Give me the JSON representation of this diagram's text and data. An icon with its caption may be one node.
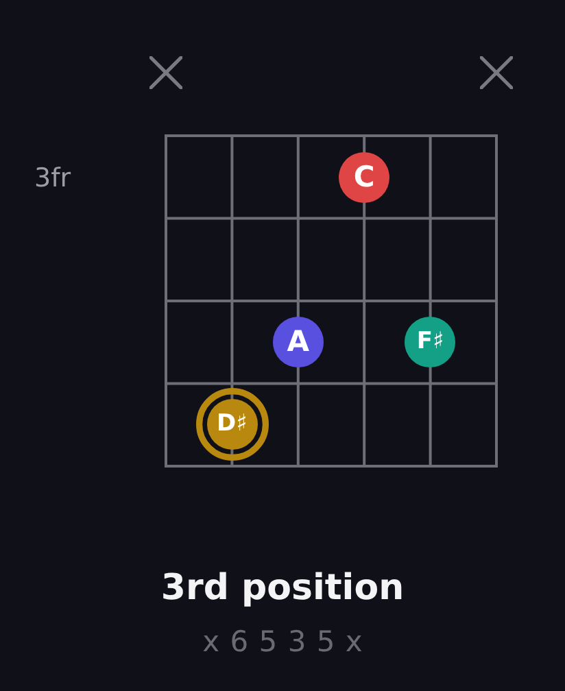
{
  "diagram": {
    "title": "3rd position",
    "caption": "x 6 5 3 5 x",
    "nodes": [
      {
        "text": [
          "C"
        ]
      },
      {
        "text": [
          "A"
        ]
      },
      {
        "text": [
          "F♯"
        ]
      },
      {
        "text": [
          "D♯"
        ]
      }
    ],
    "labels": [
      "3fr"
    ]
  }
}
